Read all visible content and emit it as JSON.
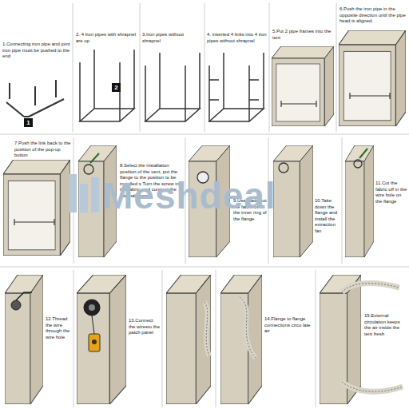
{
  "diagram": {
    "labels": [
      "1.Connecting iron pipe and joint iron pipe must be pushed to the end",
      "2. 4 Iron pipes with shrapnel are up",
      "3.Iron pipes without shrapnel",
      "4. inserted 4 links into 4 iron pipes without shrapnel",
      "5.Put 2 pipe frames into the tent",
      "6.Push the iron pipe in the opposite direction until the pipe head is aligned.",
      "7.Push the link back to the position of the pop-up button",
      "8.Select the installation position of the vent, put the flange to the position to be installed s Turn the screw into the fabric, and connect the internal flange.",
      "9.Use blade cut the fabric off in the inner ring of the flange",
      "10.Take down the flange and install the extraction fan",
      "11.Cut the fabric off in the wire hole on the flange",
      "12.Thread the wire through the wire hole",
      "13.Connect the wiresto the patch panel",
      "14.Flange to flange connections circu late air",
      "15.External circulation keeps the air inside the tent fresh",
      "Meshdeal",
      "1",
      "2"
    ]
  }
}
